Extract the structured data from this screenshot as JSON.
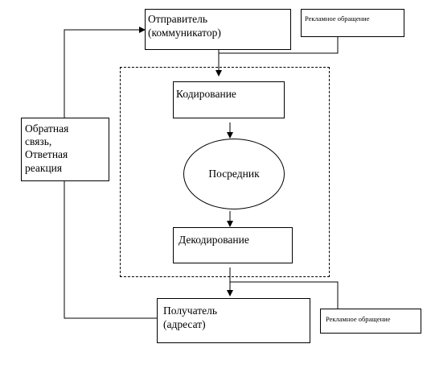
{
  "diagram": {
    "sender": {
      "line1": "Отправитель",
      "line2": "(коммуникатор)"
    },
    "ad_top": {
      "label": "Рекламное обращение"
    },
    "feedback": {
      "line1": "Обратная",
      "line2": "связь,",
      "line3": "Ответная",
      "line4": "реакция"
    },
    "encoding": {
      "label": "Кодирование"
    },
    "medium": {
      "label": "Посредник"
    },
    "decoding": {
      "label": "Декодирование"
    },
    "receiver": {
      "line1": "Получатель",
      "line2": "(адресат)"
    },
    "ad_bottom": {
      "label": "Рекламное обращение"
    }
  }
}
